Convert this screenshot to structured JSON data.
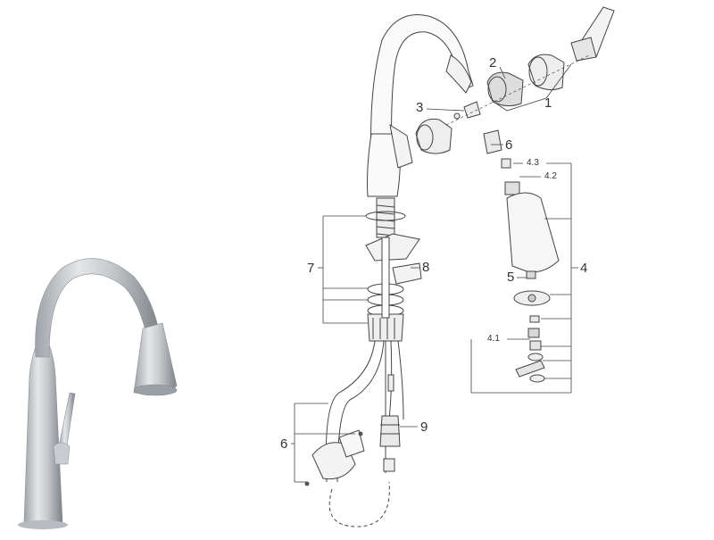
{
  "callouts": {
    "c1": "1",
    "c2": "2",
    "c3": "3",
    "c4": "4",
    "c4_1": "4.1",
    "c4_2": "4.2",
    "c4_3": "4.3",
    "c5": "5",
    "c6_upper": "6",
    "c6_lower": "6",
    "c7": "7",
    "c8": "8",
    "c9": "9"
  },
  "colors": {
    "line": "#444444",
    "steel_light": "#d9dcde",
    "steel_dark": "#7d8287",
    "part_fill": "#f1f1f1"
  },
  "icons": [
    "faucet-photo",
    "exploded-parts-drawing"
  ]
}
